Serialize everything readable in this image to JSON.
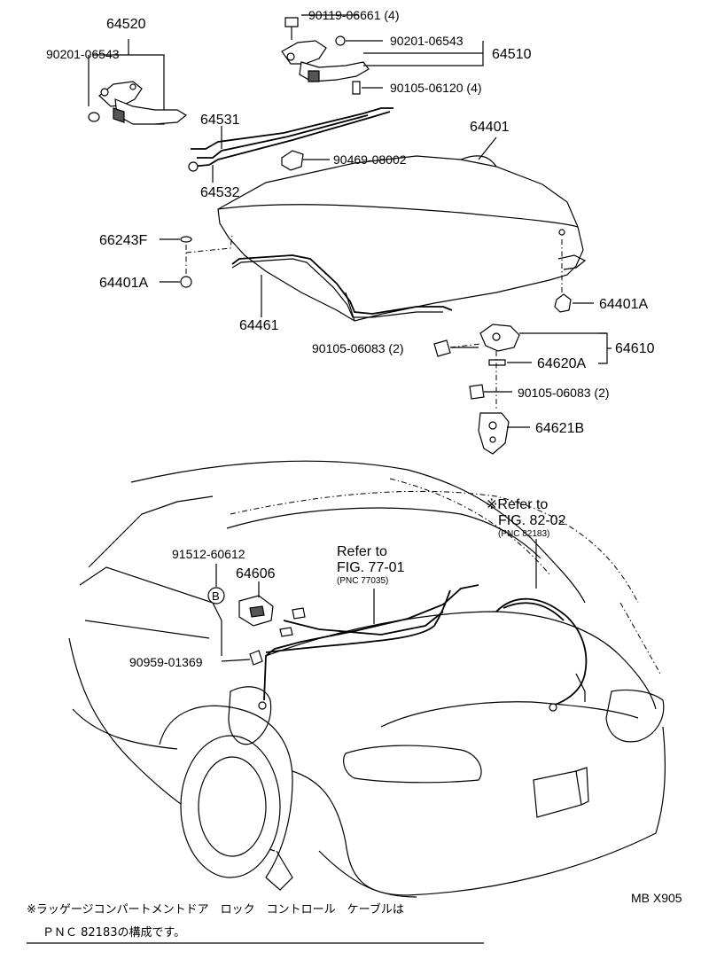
{
  "labels": {
    "p64520": "64520",
    "p90201_left": "90201-06543",
    "p90119": "90119-06661 (4)",
    "p90201_right": "90201-06543",
    "p64510": "64510",
    "p90105_06120": "90105-06120 (4)",
    "p64531": "64531",
    "p64401": "64401",
    "p90469": "90469-08002",
    "p64532": "64532",
    "p66243F": "66243F",
    "p64401A_left": "64401A",
    "p64401A_right": "64401A",
    "p64461": "64461",
    "p90105_06083_a": "90105-06083 (2)",
    "p64610": "64610",
    "p64620A": "64620A",
    "p90105_06083_b": "90105-06083 (2)",
    "p64621B": "64621B",
    "p91512": "91512-60612",
    "p64606": "64606",
    "circle_b": "B",
    "p90959": "90959-01369",
    "refer_mid_line1": "Refer to",
    "refer_mid_line2": "FIG. 77-01",
    "refer_mid_pnc": "(PNC 77035)",
    "refer_right_line1": "※Refer to",
    "refer_right_line2": "FIG. 82-02",
    "refer_right_pnc": "(PNC 82183)",
    "code": "MB X905",
    "note_line1": "※ラッゲージコンパートメントドア　ロック　コントロール　ケーブルは",
    "note_line2": "ＰＮＣ 82183の構成です。"
  }
}
